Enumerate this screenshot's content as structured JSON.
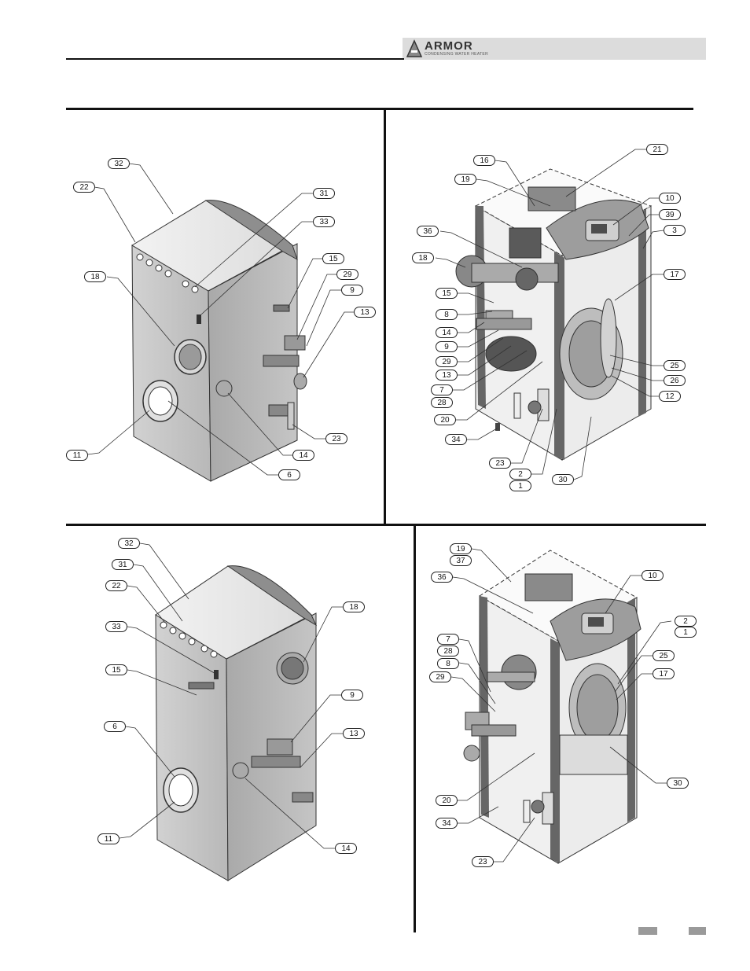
{
  "header": {
    "logo_text": "ARMOR",
    "logo_subtitle": "CONDENSING WATER HEATER"
  },
  "panels": {
    "top_left": {
      "callouts": [
        "32",
        "22",
        "31",
        "33",
        "18",
        "15",
        "29",
        "9",
        "13",
        "11",
        "6",
        "14",
        "23"
      ]
    },
    "top_right": {
      "callouts": [
        "21",
        "16",
        "19",
        "10",
        "39",
        "3",
        "36",
        "18",
        "17",
        "15",
        "8",
        "14",
        "9",
        "29",
        "13",
        "7",
        "28",
        "20",
        "25",
        "26",
        "12",
        "34",
        "23",
        "2",
        "1",
        "30"
      ]
    },
    "bottom_left": {
      "callouts": [
        "32",
        "31",
        "22",
        "33",
        "15",
        "18",
        "9",
        "6",
        "13",
        "11",
        "14"
      ]
    },
    "bottom_right": {
      "callouts": [
        "19",
        "37",
        "36",
        "10",
        "7",
        "28",
        "8",
        "29",
        "2",
        "1",
        "25",
        "17",
        "20",
        "30",
        "34",
        "23"
      ]
    }
  },
  "colors": {
    "rule": "#111111",
    "header_band": "#dcdcdc",
    "cabinet": "#c8c8c8",
    "cabinet_dark": "#8e8e8e",
    "footer_tab": "#9a9a9a"
  }
}
